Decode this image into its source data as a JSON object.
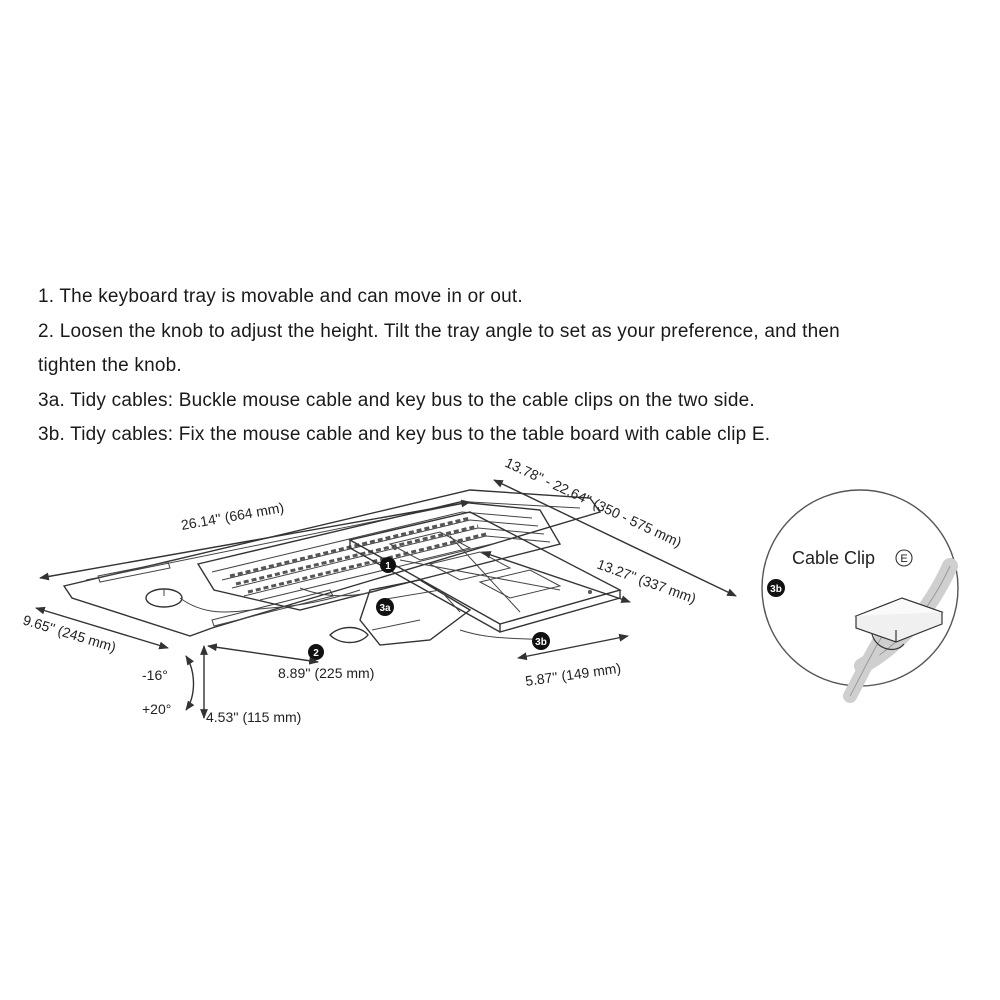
{
  "instructions": [
    "1. The keyboard tray is movable and can move in or out.",
    "2. Loosen the knob to adjust the height. Tilt the tray angle to set as your preference, and then",
    "tighten the knob.",
    "3a. Tidy cables: Buckle mouse cable and key bus to the cable clips on the two side.",
    "3b. Tidy cables: Fix the mouse cable and key bus to the table board with cable clip E."
  ],
  "dimensions": {
    "width": "26.14'' (664 mm)",
    "depth": "9.65'' (245 mm)",
    "track_length": "13.78'' - 22.64'' (350 - 575 mm)",
    "plate_length": "13.27'' (337 mm)",
    "plate_width": "5.87'' (149 mm)",
    "arm_reach": "8.89'' (225 mm)",
    "height_adjust": "4.53'' (115 mm)",
    "tilt_down": "-16°",
    "tilt_up": "+20°"
  },
  "callouts": {
    "step1": "1",
    "step2": "2",
    "step3a": "3a",
    "step3b": "3b"
  },
  "detail": {
    "badge": "3b",
    "label": "Cable Clip",
    "clip_letter": "E"
  }
}
